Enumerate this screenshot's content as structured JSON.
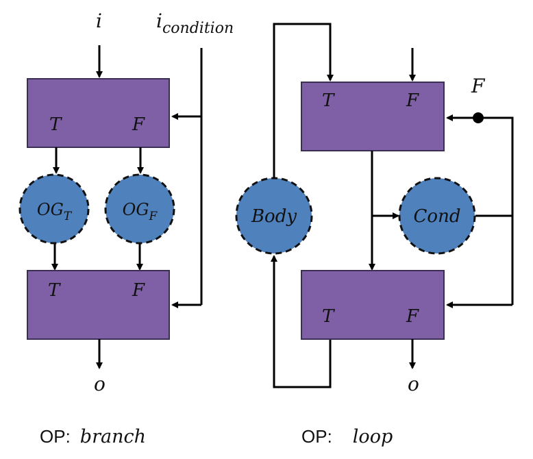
{
  "branch": {
    "input": "i",
    "condition_base": "i",
    "condition_sub": "condition",
    "top_box": {
      "t": "T",
      "f": "F"
    },
    "og_true": {
      "base": "OG",
      "sub": "T"
    },
    "og_false": {
      "base": "OG",
      "sub": "F"
    },
    "bottom_box": {
      "t": "T",
      "f": "F"
    },
    "output": "o",
    "caption_prefix": "OP:",
    "caption_name": "branch"
  },
  "loop": {
    "top_box": {
      "t": "T",
      "f": "F"
    },
    "init_label": "F",
    "body_label": "Body",
    "cond_label": "Cond",
    "bottom_box": {
      "t": "T",
      "f": "F"
    },
    "output": "o",
    "caption_prefix": "OP:",
    "caption_name": "loop"
  },
  "colors": {
    "box_fill": "#7f5fa6",
    "node_fill": "#4f81bd",
    "line": "#000000"
  }
}
